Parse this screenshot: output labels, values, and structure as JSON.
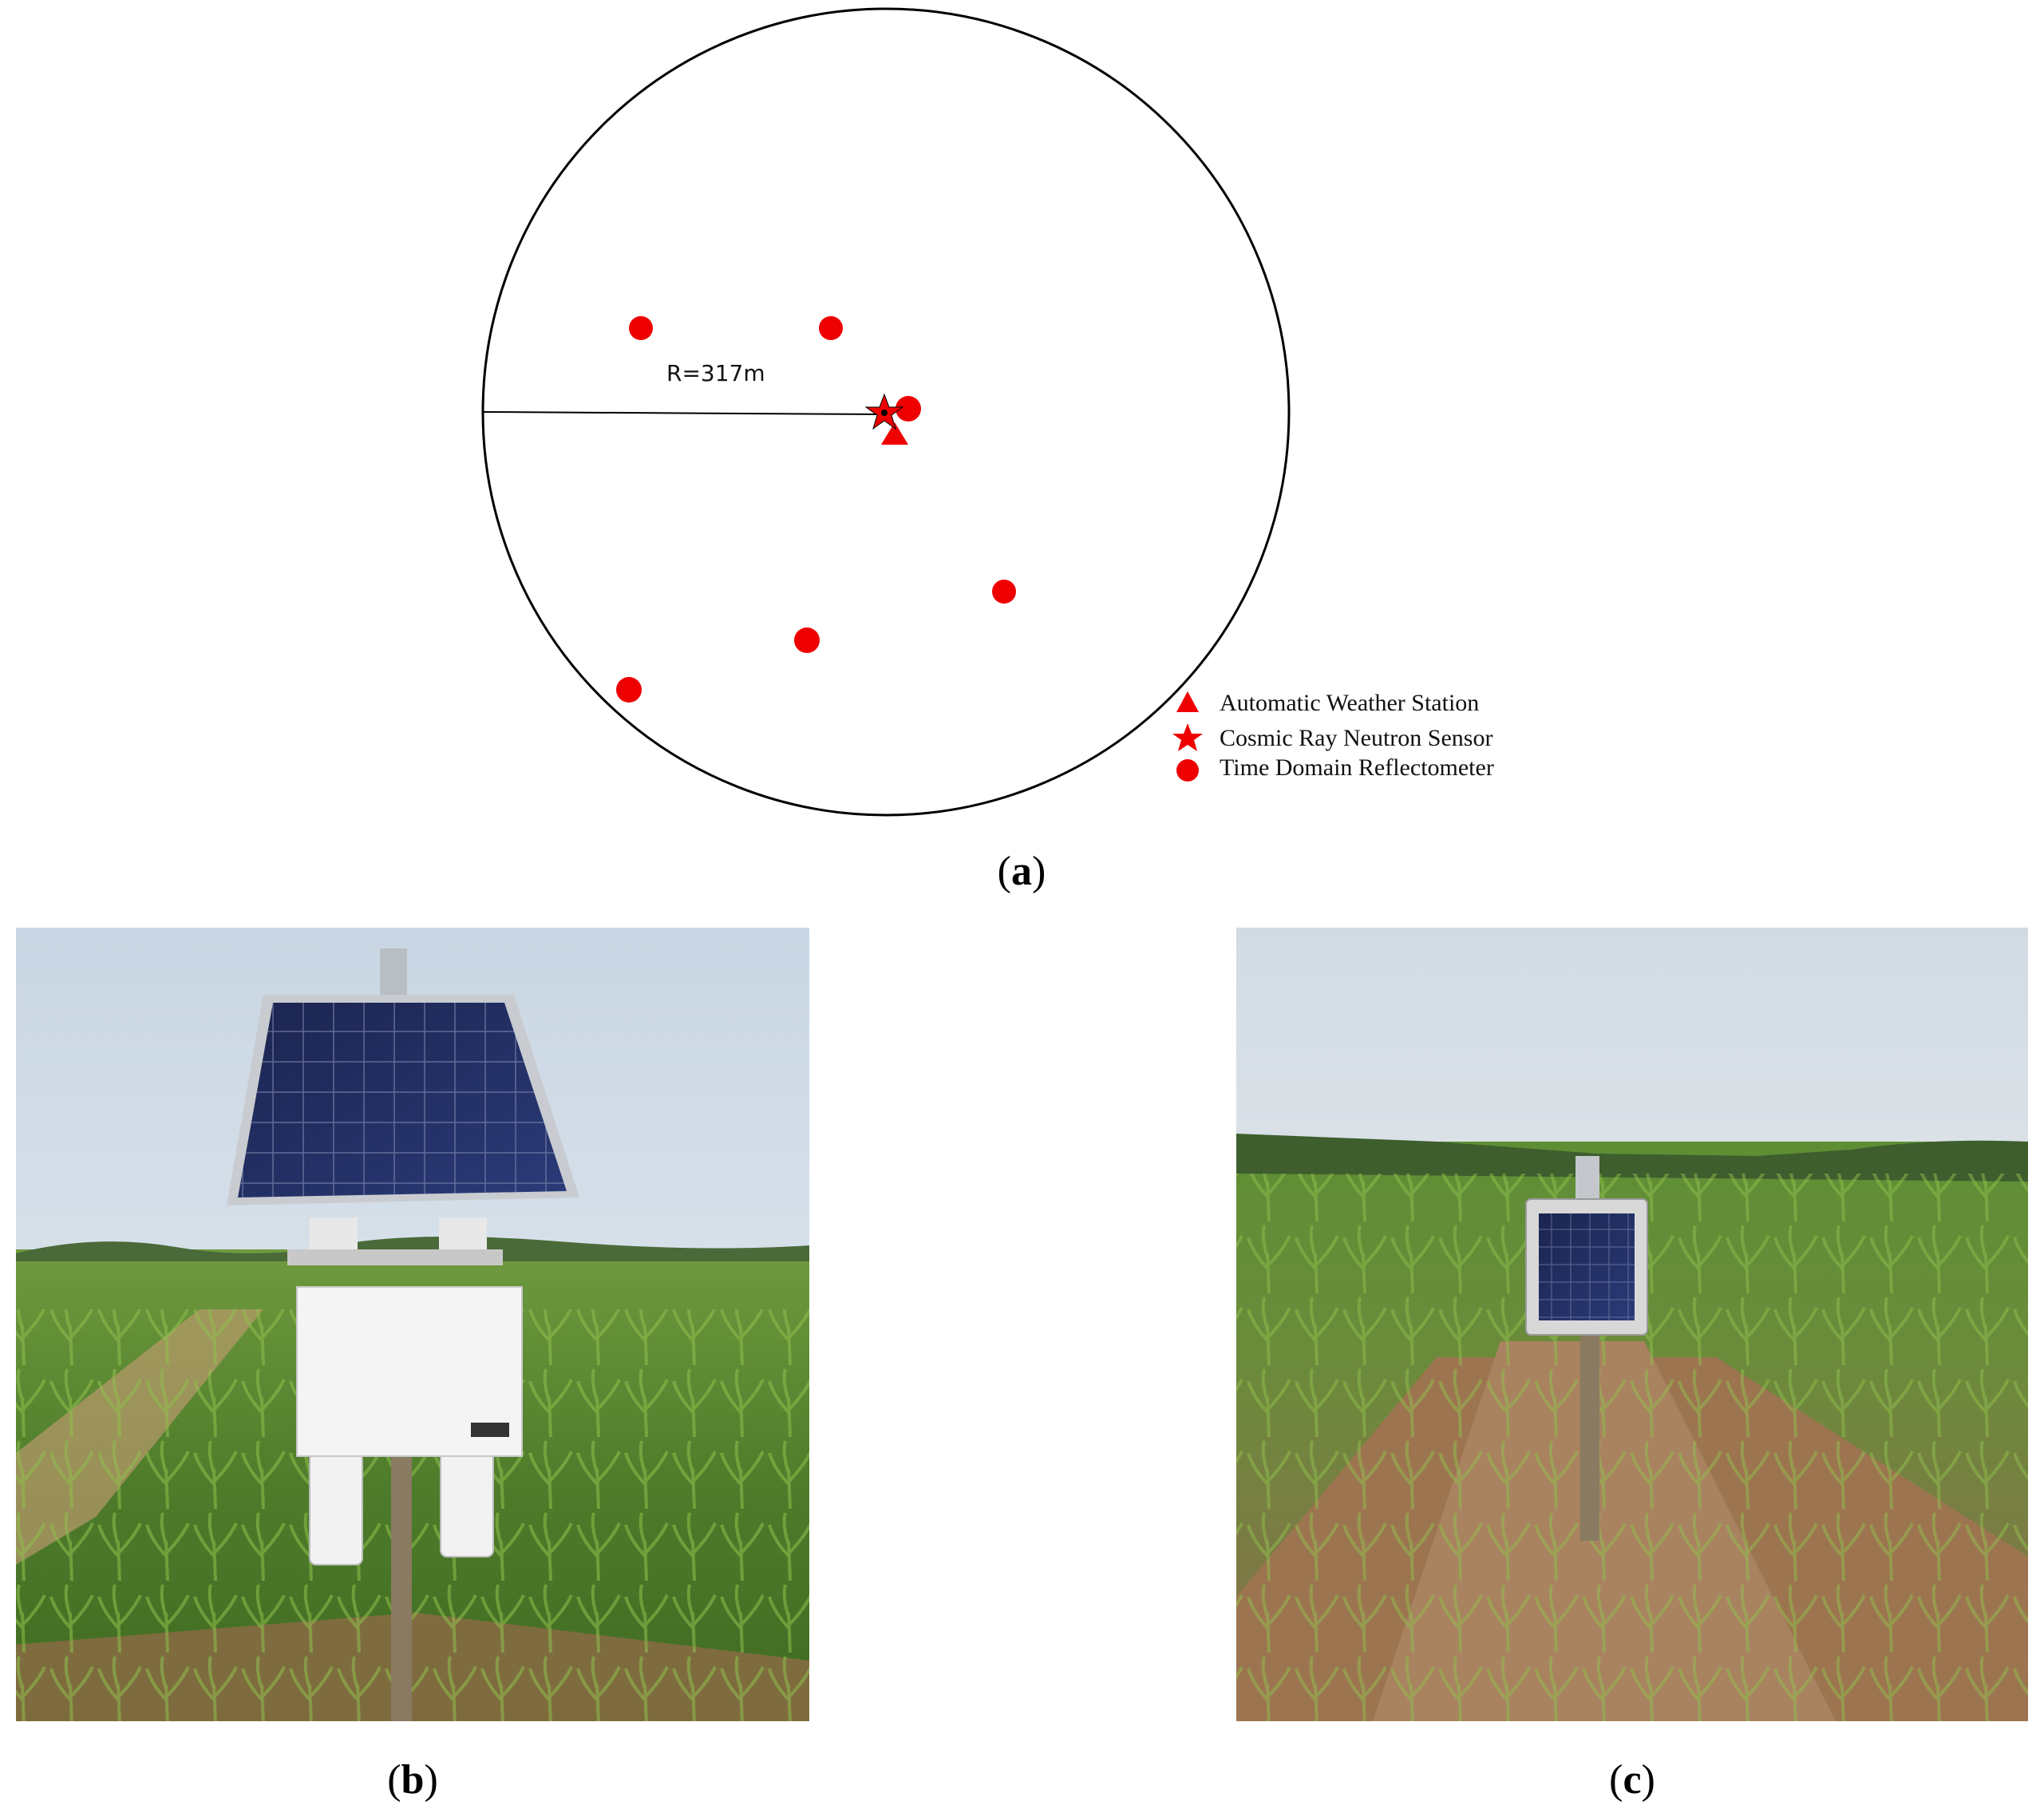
{
  "diagram": {
    "radius_label": "R=317m",
    "legend": [
      {
        "symbol": "triangle",
        "label": "Automatic Weather Station"
      },
      {
        "symbol": "star",
        "label": "Cosmic Ray Neutron Sensor"
      },
      {
        "symbol": "circle",
        "label": "Time Domain Reflectometer"
      }
    ],
    "marker_color": "#ee0000",
    "stroke_color": "#000000"
  },
  "captions": {
    "a": {
      "open": "(",
      "letter": "a",
      "close": ")"
    },
    "b": {
      "open": "(",
      "letter": "b",
      "close": ")"
    },
    "c": {
      "open": "(",
      "letter": "c",
      "close": ")"
    }
  },
  "photos": {
    "b": {
      "subject": "weather-station-with-solar-panel"
    },
    "c": {
      "subject": "tdr-logger-with-small-solar-panel"
    }
  }
}
